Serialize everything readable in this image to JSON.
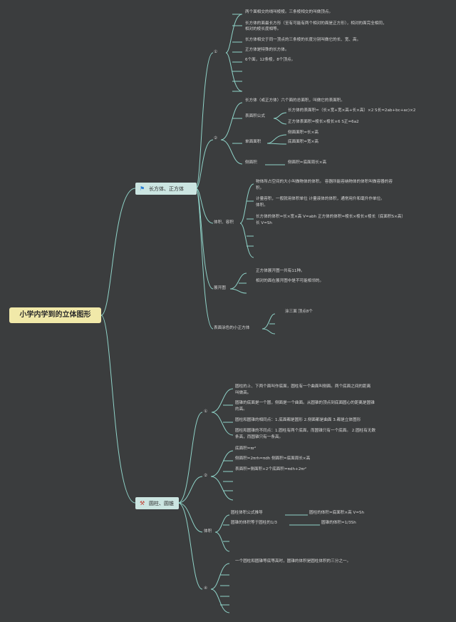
{
  "root": {
    "label": "小学内学到的立体图形"
  },
  "branches": [
    {
      "label": "长方体、正方体",
      "icon": "flag-icon",
      "icon_glyph": "⚑",
      "sections": [
        {
          "label": "①",
          "items": [
            "两个面相交的线叫棱棱。三条棱相交的叫做顶点。",
            "长方体的面最长方形（至有可能有两个相对的面是正方形），相对的面完全相同，",
            "相对的棱长度相等。",
            "长方体相交于同一顶点的三条棱的长度分别叫做它的长、宽、高。",
            "正方体是特殊的长方体。",
            "6个面，12条棱，8个顶点。"
          ]
        },
        {
          "label": "②",
          "items": [
            "长方体（或正方体）六个面的总面积，叫做它的表面积。"
          ],
          "subs": [
            {
              "label": "表面积公式",
              "items": [
                "长方体的表面积=（长×宽+宽×高+长×高）×2 S长=2ab+bc+ac)×2",
                "正方体表面积=棱长×棱长×6 S正=6a2"
              ]
            },
            {
              "label": "单面面积",
              "items": [
                "侧面面积=长×高",
                "底面面积=宽×高"
              ]
            },
            {
              "label": "侧面积",
              "items": [
                "侧面积=底面周长×高"
              ]
            }
          ]
        },
        {
          "label": "体积、容积",
          "items": [
            "物体所占空间的大小叫做物体的体积。 容器所能容纳物体的体积叫做容器的容",
            "积。",
            "计量容积，一般就用体积单位 计量液体的体积，通常用升和毫升作单位。",
            "体积。",
            "长方体的体积=长×宽×高 V=abh 正方体的体积=棱长×棱长×棱长（底面积S×高）",
            "长 V=Sh"
          ]
        },
        {
          "label": "展开图",
          "items": [
            "正方体展开图一共有11种。",
            "相对的面在展开图中是不可能相邻的。"
          ]
        },
        {
          "label": "表面涂色的小正方体",
          "items": [
            "涂三面 顶点8个"
          ]
        }
      ]
    },
    {
      "label": "圆柱、圆锥",
      "icon": "tools-icon",
      "icon_glyph": "⚒",
      "sections": [
        {
          "label": "①",
          "items": [
            "圆柱的上、下两个面叫作底面，圆柱有一个曲面叫侧面。两个底面之间的距离",
            "叫做高。",
            "圆锥的底面是一个圆，侧面是一个曲面。从圆锥的顶点到底面圆心的距离是圆锥",
            "的高。",
            "圆柱和圆锥的相同点：1.底面都是圆形 2.侧面都是曲面 3.都是立体图形",
            "圆柱和圆锥的不同点：1.圆柱有两个底面，而圆锥只有一个底面。 2.圆柱有无数",
            "条高，而圆锥只有一条高。"
          ]
        },
        {
          "label": "②",
          "items": [
            "底面积=πr²",
            "侧面积=2πrh=πdh   侧面积=底面周长×高",
            "表面积=侧面积+2个底面积=πdh+2πr²"
          ]
        },
        {
          "label": "体积",
          "items": [
            "圆柱体积公式推导",
            "圆锥的体积等于圆柱的1/3"
          ],
          "subs": [
            {
              "label": "",
              "items": [
                "圆柱的体积=底面积×高 V=Sh",
                "圆锥的体积=1/3Sh"
              ]
            }
          ]
        },
        {
          "label": "④",
          "items": [
            "一个圆柱和圆锥等底等高时，圆锥的体积是圆柱体积的三分之一。"
          ]
        }
      ]
    }
  ]
}
